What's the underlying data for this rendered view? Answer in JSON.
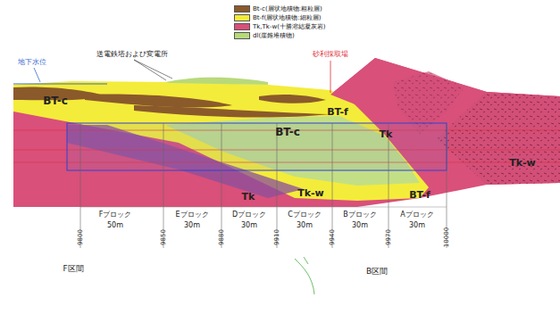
{
  "diagram": {
    "labels": [
      "地下水位",
      "送電鉄塔および変電所",
      "砂利採取場",
      "BT-c",
      "BT-c",
      "BT-f",
      "Tk",
      "Tk-w",
      "Tk",
      "Tk-w",
      "BT-f",
      "Fブロック",
      "50m",
      "Eブロック",
      "30m",
      "Dブロック",
      "30m",
      "Cブロック",
      "30m",
      "Bブロック",
      "30m",
      "Aブロック",
      "30m",
      "9800",
      "9850",
      "9880",
      "9910",
      "9940",
      "9970",
      "10000",
      "F区間",
      "B区間"
    ],
    "legend": [
      {
        "text": "Bt-c(層状地積物:粗粒層)",
        "color": "#8b5a2b"
      },
      {
        "text": "Bt-f(層状地積物:細粒層)",
        "color": "#f4ec3a"
      },
      {
        "text": "Tk,Tk-w(十勝溶結凝灰岩)",
        "color": "#d9507a"
      },
      {
        "text": "dl(崖錐堆積物)",
        "color": "#b8d97a"
      }
    ]
  }
}
